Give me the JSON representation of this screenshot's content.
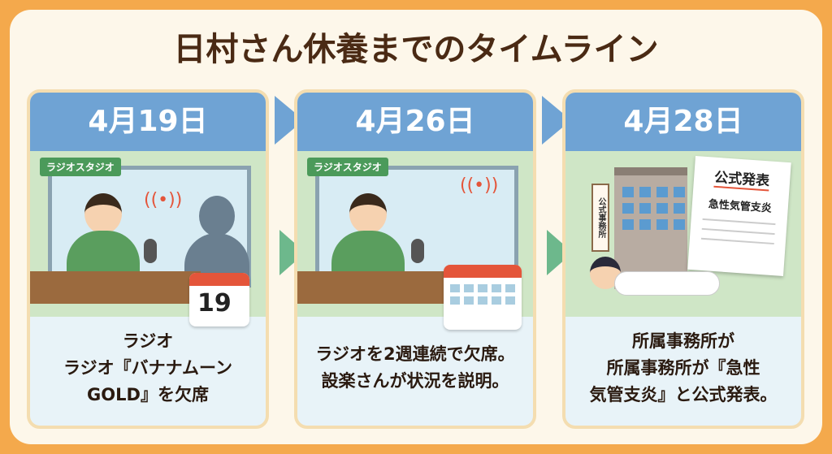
{
  "title": "日村さん休養までのタイムライン",
  "cards": [
    {
      "date": "4月19日",
      "scene_tag": "ラジオスタジオ",
      "calendar_number": "19",
      "lines": [
        "ラジオ",
        "ラジオ『バナナムーン",
        "GOLD』を欠席"
      ]
    },
    {
      "date": "4月26日",
      "scene_tag": "ラジオスタジオ",
      "lines": [
        "ラジオを2週連続で欠席。",
        "設楽さんが状況を説明。"
      ]
    },
    {
      "date": "4月28日",
      "building_sign": "公式事務所",
      "document_title": "公式発表",
      "document_body": "急性気管支炎",
      "lines": [
        "所属事務所が",
        "所属事務所が『急性",
        "気管支炎』と公式発表。"
      ]
    }
  ]
}
